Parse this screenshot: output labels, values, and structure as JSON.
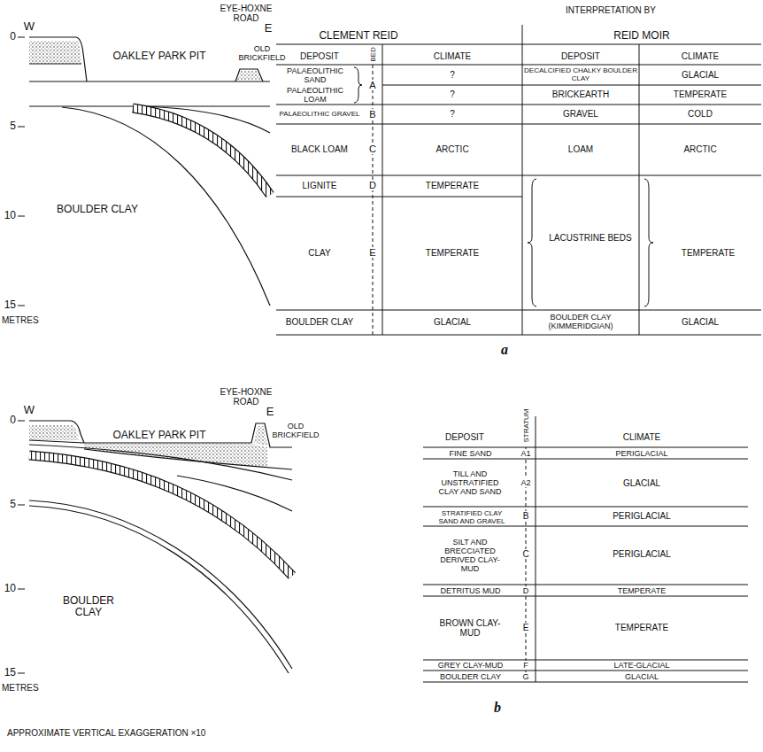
{
  "diagram": {
    "labels": [
      "W",
      "EYE-HOXNE ROAD",
      "E",
      "0",
      "5",
      "10",
      "15",
      "METRES",
      "OAKLEY PARK PIT",
      "OLD BRICKFIELD",
      "BOULDER CLAY",
      "INTERPRETATION BY",
      "CLEMENT REID",
      "REID MOIR",
      "DEPOSIT",
      "BED",
      "CLIMATE",
      "DEPOSIT",
      "CLIMATE",
      "PALAEOLITHIC SAND",
      "?",
      "DECALCIFIED CHALKY BOULDER CLAY",
      "GLACIAL",
      "PALAEOLITHIC LOAM",
      "?",
      "BRICKEARTH",
      "TEMPERATE",
      "A",
      "PALAEOLITHIC GRAVEL",
      "B",
      "?",
      "GRAVEL",
      "COLD",
      "BLACK LOAM",
      "C",
      "ARCTIC",
      "LOAM",
      "ARCTIC",
      "LIGNITE",
      "D",
      "TEMPERATE",
      "CLAY",
      "E",
      "TEMPERATE",
      "LACUSTRINE BEDS",
      "TEMPERATE",
      "BOULDER CLAY",
      "GLACIAL",
      "BOULDER CLAY (KIMMERIDGIAN)",
      "GLACIAL",
      "a",
      "W",
      "EYE-HOXNE ROAD",
      "E",
      "0",
      "5",
      "10",
      "15",
      "METRES",
      "OAKLEY PARK PIT",
      "OLD BRICKFIELD",
      "BOULDER CLAY",
      "DEPOSIT",
      "STRATUM",
      "CLIMATE",
      "FINE SAND",
      "A1",
      "PERIGLACIAL",
      "TILL AND UNSTRATIFIED CLAY AND SAND",
      "A2",
      "GLACIAL",
      "STRATIFIED CLAY SAND AND GRAVEL",
      "B",
      "PERIGLACIAL",
      "SILT AND BRECCIATED DERIVED CLAY-MUD",
      "C",
      "PERIGLACIAL",
      "DETRITUS MUD",
      "D",
      "TEMPERATE",
      "BROWN CLAY-MUD",
      "E",
      "TEMPERATE",
      "GREY CLAY-MUD",
      "F",
      "LATE-GLACIAL",
      "BOULDER CLAY",
      "G",
      "GLACIAL",
      "b",
      "APPROXIMATE VERTICAL EXAGGERATION ×10"
    ]
  }
}
